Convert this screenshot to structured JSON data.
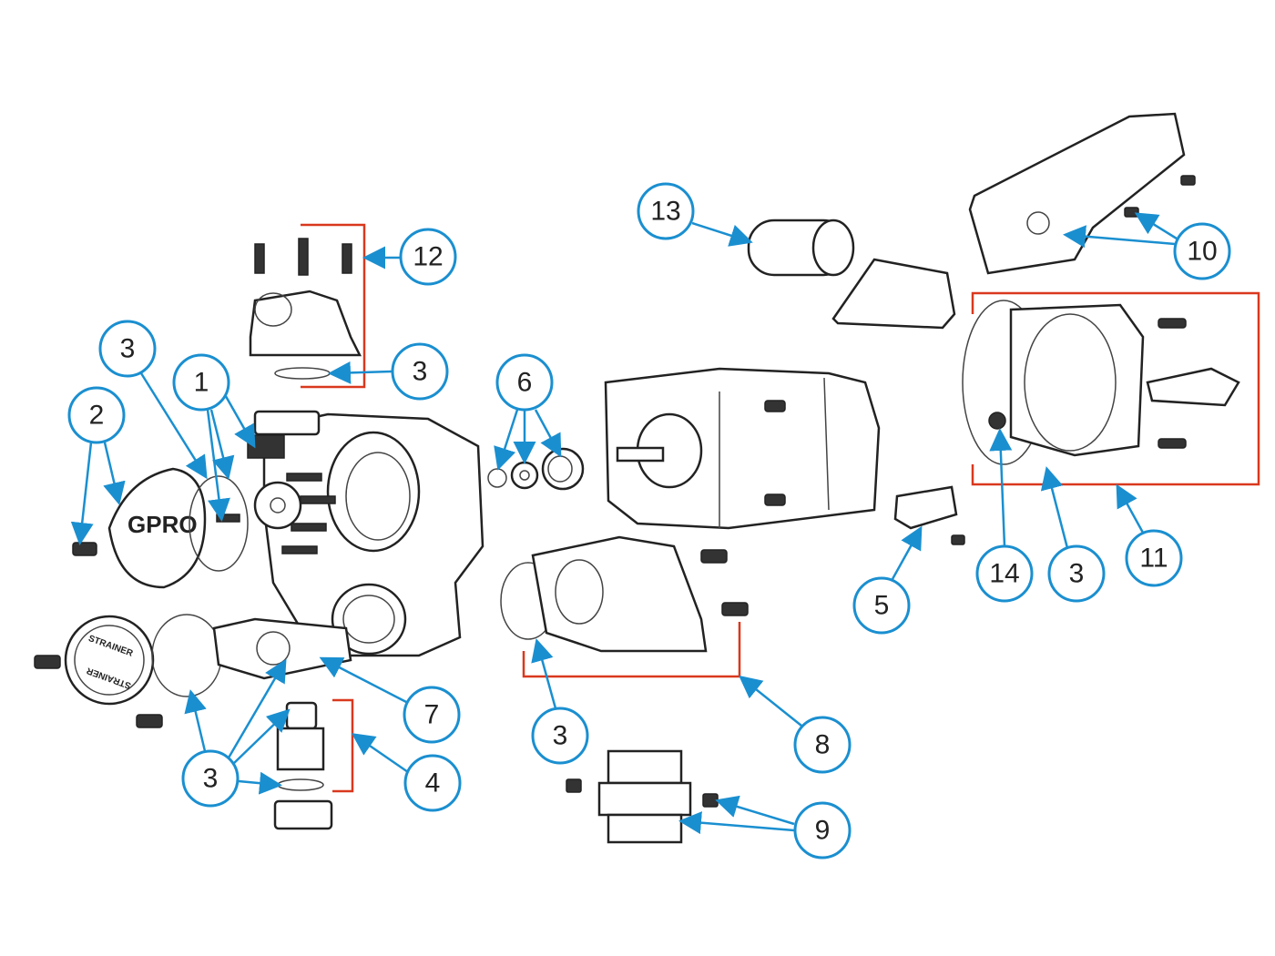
{
  "diagram": {
    "callouts": [
      {
        "label": "13"
      },
      {
        "label": "12"
      },
      {
        "label": "3"
      },
      {
        "label": "10"
      },
      {
        "label": "3"
      },
      {
        "label": "1"
      },
      {
        "label": "2"
      },
      {
        "label": "6"
      },
      {
        "label": "14"
      },
      {
        "label": "3"
      },
      {
        "label": "11"
      },
      {
        "label": "5"
      },
      {
        "label": "7"
      },
      {
        "label": "3"
      },
      {
        "label": "8"
      },
      {
        "label": "3"
      },
      {
        "label": "4"
      },
      {
        "label": "9"
      }
    ],
    "cover_logo": "GPRO",
    "strainer_text": "STRAINER",
    "colors": {
      "callout": "#1a8fd0",
      "bracket": "#d9381e"
    }
  }
}
